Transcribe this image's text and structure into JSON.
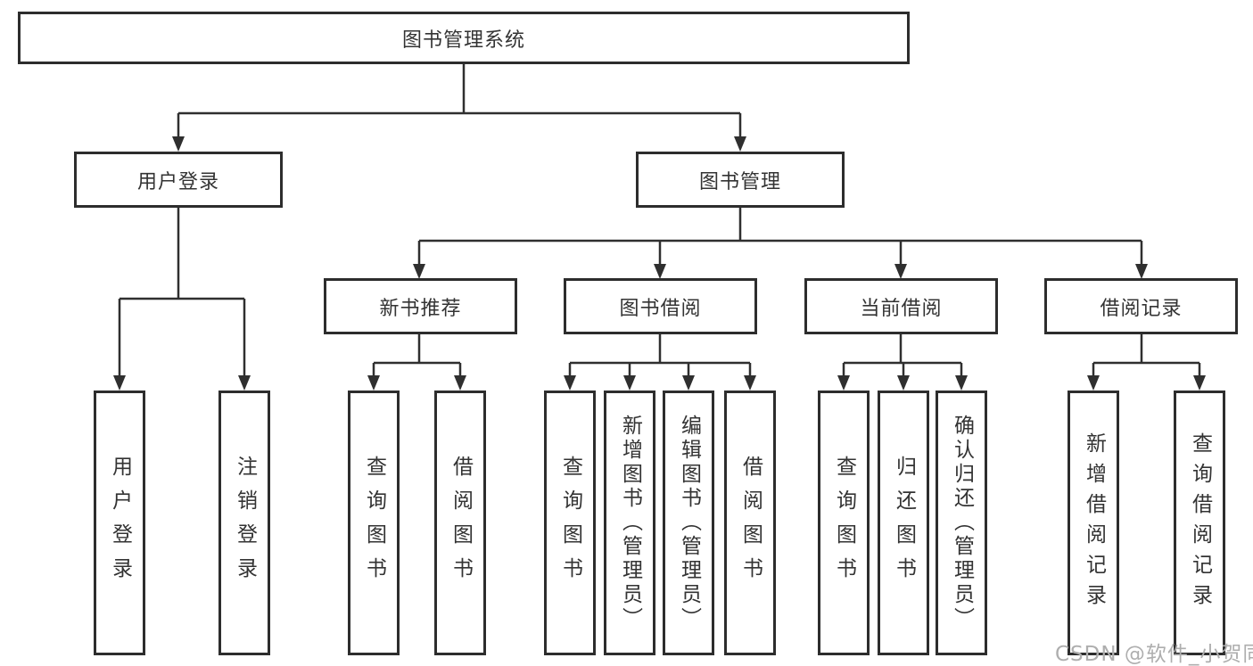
{
  "diagram": {
    "root": {
      "label": "图书管理系统"
    },
    "level2": [
      {
        "label": "用户登录"
      },
      {
        "label": "图书管理"
      }
    ],
    "level3": [
      {
        "label": "新书推荐"
      },
      {
        "label": "图书借阅"
      },
      {
        "label": "当前借阅"
      },
      {
        "label": "借阅记录"
      }
    ],
    "leaves": [
      {
        "label": "用户登录"
      },
      {
        "label": "注销登录"
      },
      {
        "label": "查询图书"
      },
      {
        "label": "借阅图书"
      },
      {
        "label": "查询图书"
      },
      {
        "label": "新增图书（管理员）"
      },
      {
        "label": "编辑图书（管理员）"
      },
      {
        "label": "借阅图书"
      },
      {
        "label": "查询图书"
      },
      {
        "label": "归还图书"
      },
      {
        "label": "确认归还（管理员）"
      },
      {
        "label": "新增借阅记录"
      },
      {
        "label": "查询借阅记录"
      }
    ],
    "colors": {
      "line": "#2f2f2f",
      "box_border": "#2d2d2d",
      "text": "#333333",
      "watermark": "#aeaeae",
      "background": "#ffffff"
    },
    "watermark": "CSDN @软件_小贺同学"
  }
}
